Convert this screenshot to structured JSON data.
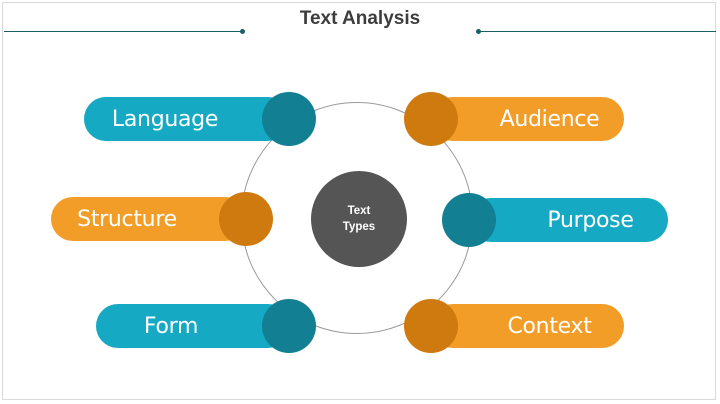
{
  "title": "Text Analysis",
  "center": {
    "line1": "Text",
    "line2": "Types"
  },
  "items": [
    {
      "label": "Language",
      "side": "left",
      "color": "teal"
    },
    {
      "label": "Structure",
      "side": "left",
      "color": "orange"
    },
    {
      "label": "Form",
      "side": "left",
      "color": "teal"
    },
    {
      "label": "Audience",
      "side": "right",
      "color": "orange"
    },
    {
      "label": "Purpose",
      "side": "right",
      "color": "teal"
    },
    {
      "label": "Context",
      "side": "right",
      "color": "orange"
    }
  ],
  "colors": {
    "teal": "#16a9c3",
    "teal_dark": "#127f92",
    "orange": "#f39d29",
    "orange_dark": "#cf7a0f",
    "center": "#555555",
    "accent_line": "#1b5f66"
  }
}
